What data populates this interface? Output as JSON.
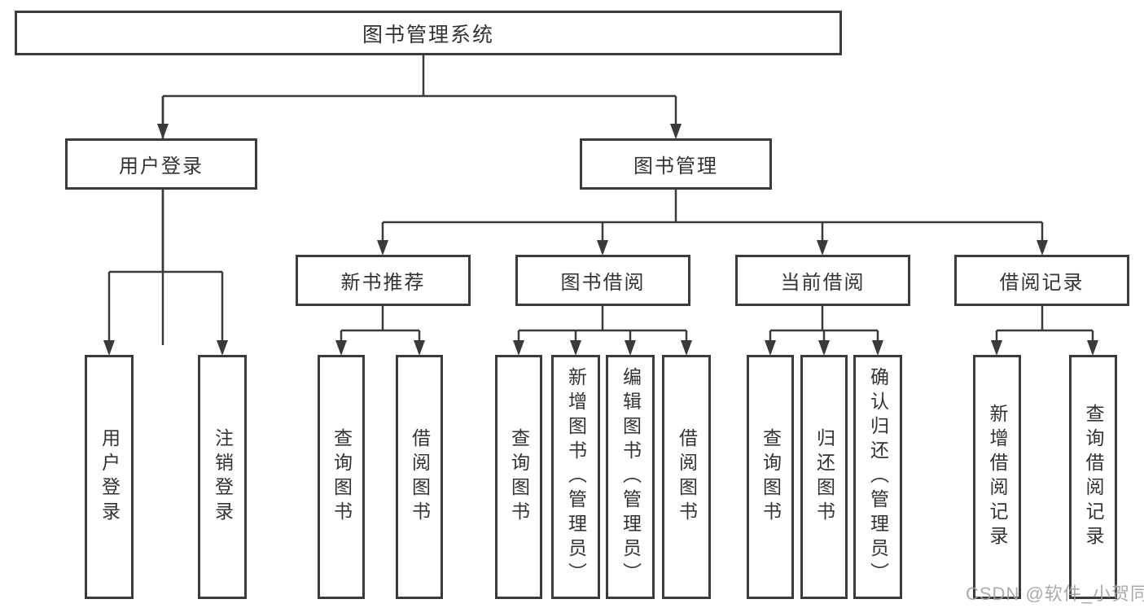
{
  "title": "图书管理系统",
  "watermark": "CSDN @软件_小贺同学",
  "tree": {
    "label": "图书管理系统",
    "children": [
      {
        "label": "用户登录",
        "children": [
          {
            "label": "用户登录"
          },
          {
            "label": "注销登录"
          }
        ]
      },
      {
        "label": "图书管理",
        "children": [
          {
            "label": "新书推荐",
            "children": [
              {
                "label": "查询图书"
              },
              {
                "label": "借阅图书"
              }
            ]
          },
          {
            "label": "图书借阅",
            "children": [
              {
                "label": "查询图书"
              },
              {
                "label": "新增图书（管理员）"
              },
              {
                "label": "编辑图书（管理员）"
              },
              {
                "label": "借阅图书"
              }
            ]
          },
          {
            "label": "当前借阅",
            "children": [
              {
                "label": "查询图书"
              },
              {
                "label": "归还图书"
              },
              {
                "label": "确认归还（管理员）"
              }
            ]
          },
          {
            "label": "借阅记录",
            "children": [
              {
                "label": "新增借阅记录"
              },
              {
                "label": "查询借阅记录"
              }
            ]
          }
        ]
      }
    ]
  },
  "colors": {
    "line": "#3a3a3a",
    "box_border": "#3b3b3b",
    "text": "#333333",
    "watermark": "#9e9e9e",
    "background": "#ffffff"
  }
}
